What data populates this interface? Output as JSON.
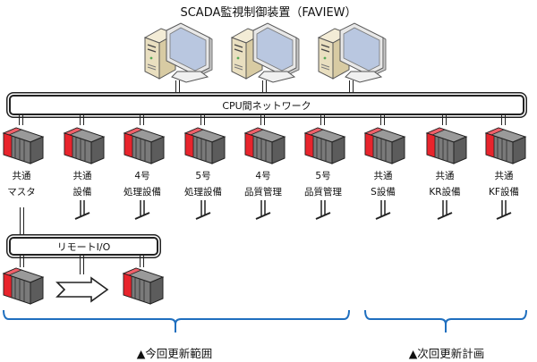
{
  "title": "SCADA監視制御装置（FAVIEW）",
  "network": {
    "label": "CPU間ネットワーク"
  },
  "computers": [
    {
      "icon": "scada-workstation-icon"
    },
    {
      "icon": "scada-workstation-icon"
    },
    {
      "icon": "scada-workstation-icon"
    }
  ],
  "plcs": [
    {
      "line1": "共通",
      "line2": "マスタ",
      "icon": "plc-icon"
    },
    {
      "line1": "共通",
      "line2": "設備",
      "icon": "plc-icon"
    },
    {
      "line1": "4号",
      "line2": "処理設備",
      "icon": "plc-icon"
    },
    {
      "line1": "5号",
      "line2": "処理設備",
      "icon": "plc-icon"
    },
    {
      "line1": "4号",
      "line2": "品質管理",
      "icon": "plc-icon"
    },
    {
      "line1": "5号",
      "line2": "品質管理",
      "icon": "plc-icon"
    },
    {
      "line1": "共通",
      "line2": "S設備",
      "icon": "plc-icon"
    },
    {
      "line1": "共通",
      "line2": "KR設備",
      "icon": "plc-icon"
    },
    {
      "line1": "共通",
      "line2": "KF設備",
      "icon": "plc-icon"
    }
  ],
  "remote_io": {
    "label": "リモートI/O",
    "arrow_icon": "right-arrow-icon"
  },
  "scopes": {
    "current": "▲今回更新範囲",
    "next": "▲次回更新計画"
  },
  "colors": {
    "plc_red": "#e8242c",
    "plc_gray": "#808080",
    "bracket_blue": "#1f6fbf",
    "line": "#222222"
  }
}
